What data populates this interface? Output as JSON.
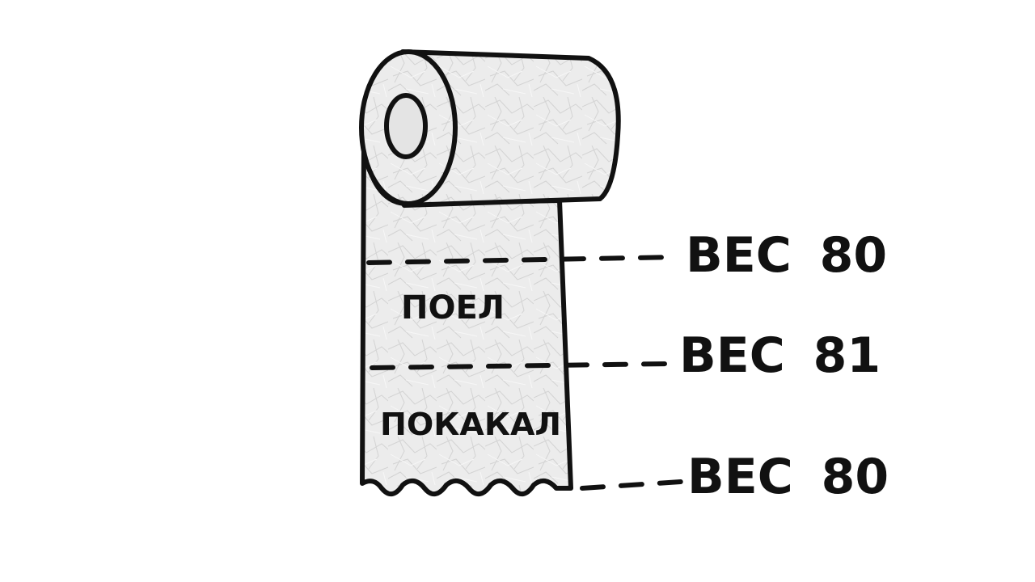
{
  "diagram": {
    "segments": [
      {
        "label": "ПОЕЛ"
      },
      {
        "label": "ПОКАКАЛ"
      }
    ],
    "weights": [
      {
        "label": "ВЕС",
        "value": "80"
      },
      {
        "label": "ВЕС",
        "value": "81"
      },
      {
        "label": "ВЕС",
        "value": "80"
      }
    ]
  },
  "colors": {
    "ink": "#111111",
    "paper": "#ececec",
    "paper_shadow": "#d6d6d6",
    "background": "#ffffff"
  }
}
